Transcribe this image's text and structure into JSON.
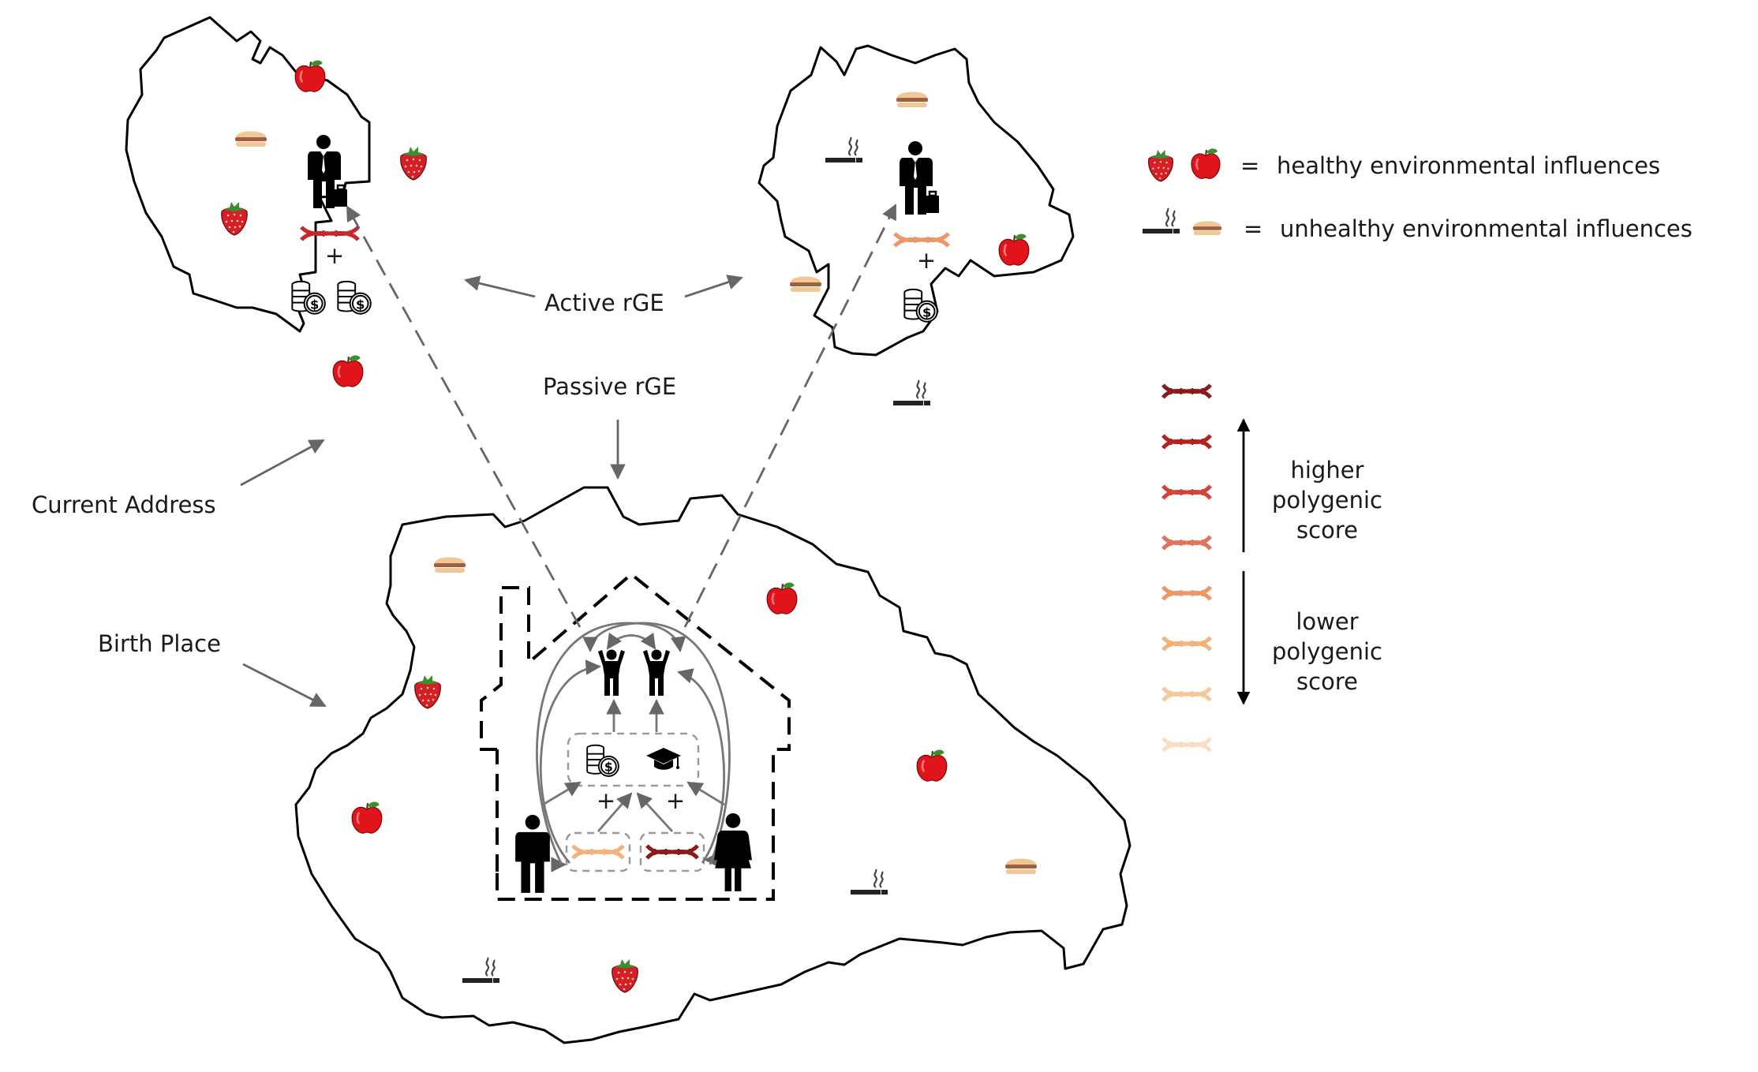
{
  "labels": {
    "active_rge": "Active rGE",
    "passive_rge": "Passive rGE",
    "current_address": "Current Address",
    "birth_place": "Birth Place",
    "plus": "+"
  },
  "legend": {
    "equals": "=",
    "healthy": "healthy environmental influences",
    "unhealthy": "unhealthy environmental influences",
    "higher_1": "higher",
    "higher_2": "polygenic",
    "higher_3": "score",
    "lower_1": "lower",
    "lower_2": "polygenic",
    "lower_3": "score",
    "dna_scale_colors": [
      "#8b1a1a",
      "#b22222",
      "#d2453a",
      "#e2735c",
      "#ee9668",
      "#f2b27e",
      "#f6c99c",
      "#fadcc0"
    ]
  },
  "colors": {
    "outline": "#000000",
    "arrow": "#666666",
    "dashed_box": "#9a9a9a",
    "apple": "#e0141a",
    "strawberry": "#d61e2a",
    "leaf": "#3c8f2e",
    "burger_bun": "#f0c898",
    "burger_patty": "#a0603e",
    "cigarette": "#222222"
  },
  "icons": [
    "apple-icon",
    "strawberry-icon",
    "burger-icon",
    "cigarette-icon",
    "businessman-icon",
    "dna-icon",
    "coins-icon",
    "graduation-cap-icon",
    "child-icon",
    "man-icon",
    "woman-icon"
  ]
}
